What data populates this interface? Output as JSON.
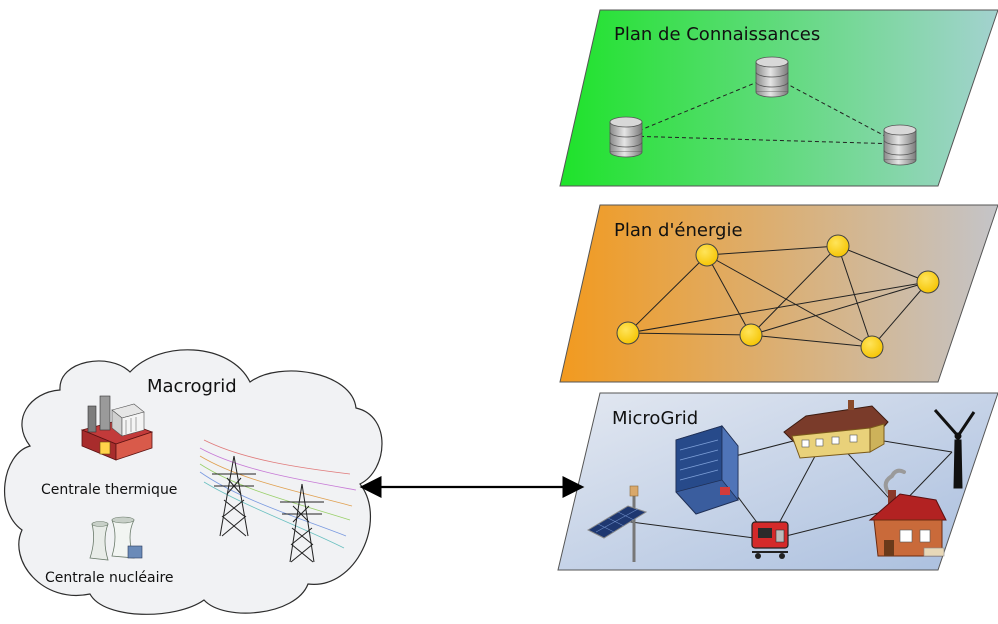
{
  "layers": {
    "knowledge": {
      "title": "Plan de Connaissances",
      "node_icon": "database-icon",
      "color_start": "#1ee32a",
      "color_end": "#a3d2cf"
    },
    "energy": {
      "title": "Plan d'énergie",
      "node_color": "#ffd000",
      "color_start": "#f29a1f",
      "color_end": "#c4c4c8"
    },
    "microgrid": {
      "title": "MicroGrid",
      "color_start": "#dde3ee",
      "color_end": "#a9bede",
      "nodes": [
        "office-building-icon",
        "house-icon",
        "wind-turbine-icon",
        "solar-panel-icon",
        "generator-icon",
        "house-with-chimney-icon"
      ]
    }
  },
  "macrogrid": {
    "title": "Macrogrid",
    "thermal_label": "Centrale thermique",
    "nuclear_label": "Centrale nucléaire",
    "icons": [
      "thermal-plant-icon",
      "nuclear-plant-icon",
      "power-pylon-icon"
    ]
  },
  "link": {
    "type": "bidirectional-arrow"
  }
}
